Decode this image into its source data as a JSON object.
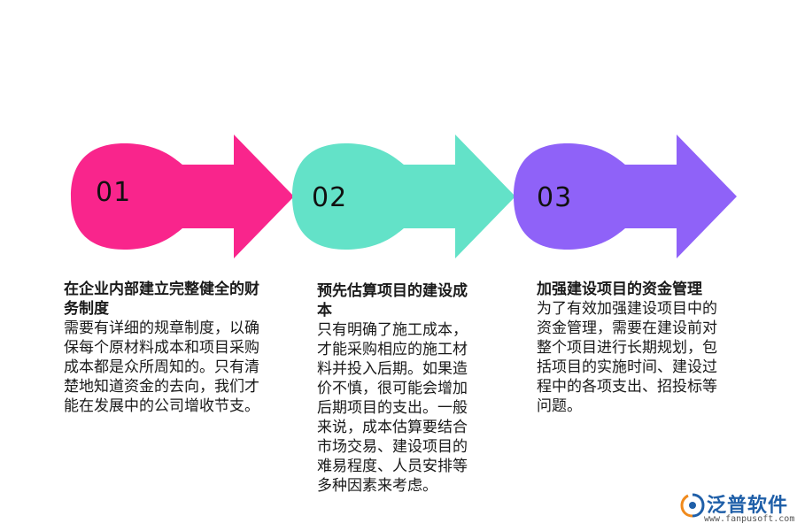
{
  "steps": [
    {
      "num": "01",
      "color": "#f9258c",
      "title": "在企业内部建立完整健全的财务制度",
      "title_lines": [
        "在企业内部建立完整健全的财",
        "务制度"
      ],
      "body_lines": [
        "需要有详细的规章制度，以确",
        "保每个原材料成本和项目采购",
        "成本都是众所周知的。只有清",
        "楚地知道资金的去向，我们才",
        "能在发展中的公司增收节支。"
      ]
    },
    {
      "num": "02",
      "color": "#63e2c8",
      "title": "预先估算项目的建设成本",
      "title_lines": [
        "预先估算项目的建设成",
        "本"
      ],
      "body_lines": [
        "只有明确了施工成本，",
        "才能采购相应的施工材",
        "料并投入后期。如果造",
        "价不慎，很可能会增加",
        "后期项目的支出。一般",
        "来说，成本估算要结合",
        "市场交易、建设项目的",
        "难易程度、人员安排等",
        "多种因素来考虑。"
      ]
    },
    {
      "num": "03",
      "color": "#8f62f8",
      "title": "加强建设项目的资金管理",
      "title_lines": [
        "加强建设项目的资金管理"
      ],
      "body_lines": [
        "为了有效加强建设项目中的",
        "资金管理，需要在建设前对",
        "整个项目进行长期规划，包",
        "括项目的实施时间、建设过",
        "程中的各项支出、招投标等",
        "问题。"
      ]
    }
  ],
  "logo": {
    "name": "泛普软件",
    "url": "www.fanpusoft.com"
  }
}
